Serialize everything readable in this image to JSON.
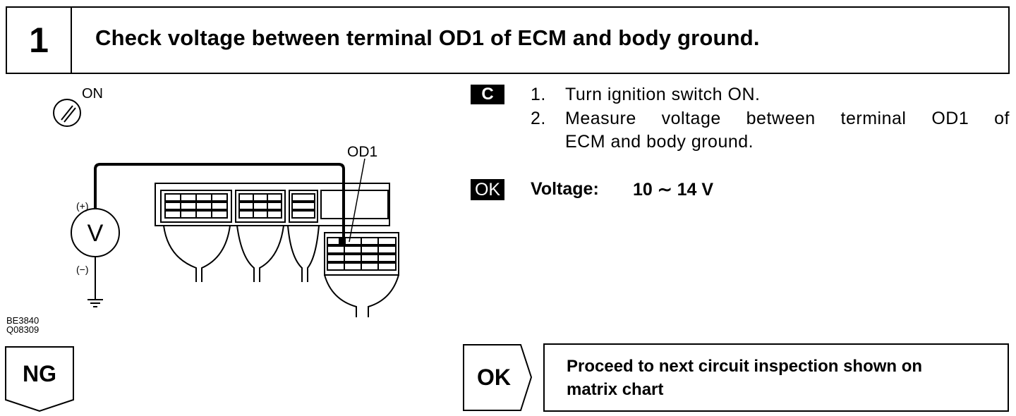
{
  "header": {
    "step_number": "1",
    "title": "Check voltage between terminal OD1 of ECM and body ground."
  },
  "figure": {
    "ignition_label": "ON",
    "terminal_label": "OD1",
    "meter_symbol": "V",
    "plus_label": "(+)",
    "minus_label": "(−)",
    "codes": [
      "BE3840",
      "Q08309"
    ]
  },
  "instructions": {
    "badge_c": "C",
    "steps": [
      {
        "num": "1.",
        "text": "Turn ignition switch ON."
      },
      {
        "num": "2.",
        "line1": "Measure voltage between terminal OD1 of",
        "line2": "ECM and body ground."
      }
    ],
    "badge_ok": "OK",
    "voltage_label": "Voltage:",
    "voltage_value": "10 ∼ 14 V"
  },
  "ng": {
    "label": "NG"
  },
  "ok": {
    "label": "OK",
    "result_line1": "Proceed to next circuit inspection shown on",
    "result_line2": "matrix chart"
  }
}
